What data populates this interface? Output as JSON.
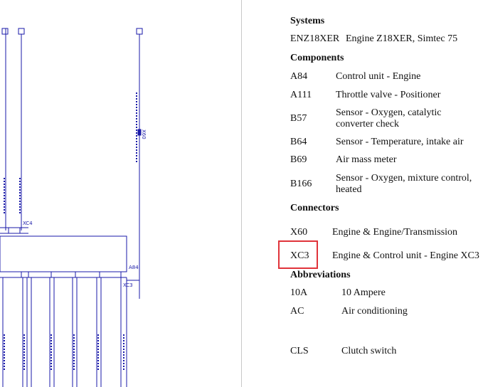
{
  "schematic": {
    "labels": {
      "connector_xc4": "XC4",
      "connector_xc3": "XC3",
      "connector_x60": "X60",
      "control_unit": "A84"
    }
  },
  "legend": {
    "systems_heading": "Systems",
    "systems": [
      {
        "code": "ENZ18XER",
        "desc": "Engine Z18XER, Simtec 75"
      }
    ],
    "components_heading": "Components",
    "components": [
      {
        "code": "A84",
        "desc": "Control unit - Engine"
      },
      {
        "code": "A111",
        "desc": "Throttle valve - Positioner"
      },
      {
        "code": "B57",
        "desc": "Sensor - Oxygen, catalytic converter check"
      },
      {
        "code": "B64",
        "desc": "Sensor - Temperature, intake air"
      },
      {
        "code": "B69",
        "desc": "Air mass meter"
      },
      {
        "code": "B166",
        "desc": "Sensor - Oxygen, mixture control, heated"
      }
    ],
    "connectors_heading": "Connectors",
    "connectors": [
      {
        "code": "X60",
        "desc": "Engine & Engine/Transmission"
      },
      {
        "code": "XC3",
        "desc": "Engine & Control unit - Engine XC3"
      }
    ],
    "abbreviations_heading": "Abbreviations",
    "abbreviations": [
      {
        "code": "10A",
        "desc": "10 Ampere"
      },
      {
        "code": "AC",
        "desc": "Air conditioning"
      },
      {
        "code": "CLS",
        "desc": "Clutch switch"
      }
    ],
    "highlight_color": "#e0333a"
  }
}
